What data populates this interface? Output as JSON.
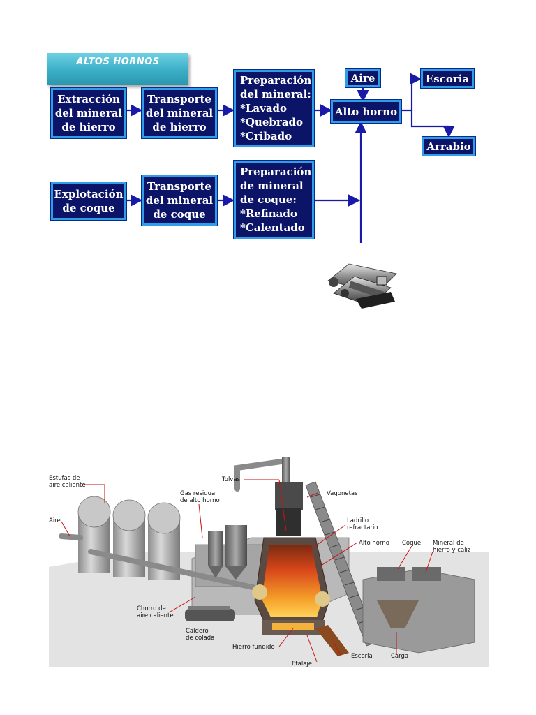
{
  "title": "ALTOS HORNOS",
  "flow": {
    "extraccion": "Extracción\ndel mineral\nde hierro",
    "transporte_hierro": "Transporte\ndel mineral\nde hierro",
    "preparacion_mineral": "Preparación\ndel mineral:\n*Lavado\n*Quebrado\n*Cribado",
    "aire": "Aire",
    "alto_horno": "Alto horno",
    "escoria": "Escoria",
    "arrabio": "Arrabio",
    "explotacion": "Explotación\nde coque",
    "transporte_coque": "Transporte\ndel mineral\nde coque",
    "preparacion_coque": "Preparación\nde mineral\nde coque:\n*Refinado\n*Calentado"
  },
  "illustration": {
    "labels": {
      "estufas": [
        "Estufas de",
        "aire caliente"
      ],
      "aire": "Aire",
      "gas_residual": [
        "Gas residual",
        "de alto horno"
      ],
      "tolvas": "Tolvas",
      "vagonetas": "Vagonetas",
      "ladrillo": [
        "Ladrillo",
        "refractario"
      ],
      "alto_horno": "Alto horno",
      "coque": "Coque",
      "mineral": [
        "Mineral de",
        "hierro y caliz"
      ],
      "chorro": [
        "Chorro de",
        "aire caliente"
      ],
      "caldero": [
        "Caldero",
        "de colada"
      ],
      "hierro_fundido": "Hierro fundido",
      "escoria": "Escoria",
      "carga": "Carga",
      "etalaje": "Etalaje"
    }
  },
  "colors": {
    "box_fill": "#0b1466",
    "box_border": "#2f9de8",
    "arrow": "#1a1aa8",
    "banner": "#3aaec6"
  }
}
